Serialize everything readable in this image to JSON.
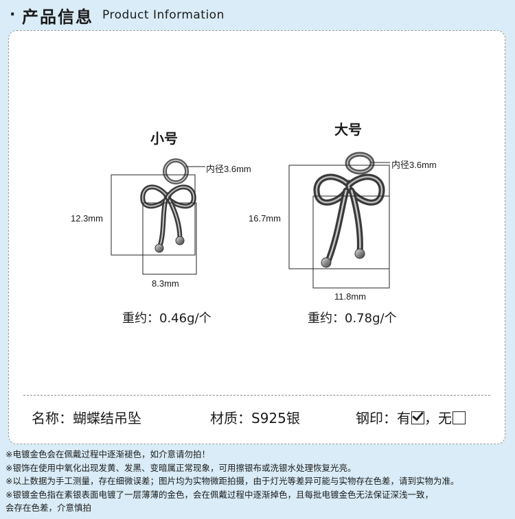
{
  "header": {
    "dot": "·",
    "title_cn": "产品信息",
    "title_en": "Product Information"
  },
  "small": {
    "label": "小号",
    "inner_diameter": "内径3.6mm",
    "height": "12.3mm",
    "width": "8.3mm",
    "weight": "重约：0.46g/个"
  },
  "large": {
    "label": "大号",
    "inner_diameter": "内径3.6mm",
    "height": "16.7mm",
    "width": "11.8mm",
    "weight": "重约：0.78g/个"
  },
  "specs": {
    "name": "名称：蝴蝶结吊坠",
    "material": "材质：S925银",
    "stamp_label": "钢印：",
    "stamp_yes": "有",
    "stamp_sep": "，",
    "stamp_no": "无"
  },
  "notes": [
    "※电镀金色会在佩戴过程中逐渐褪色，如介意请勿拍！",
    "※银饰在使用中氧化出现发黄、发黑、变暗属正常现象，可用擦银布或洗银水处理恢复光亮。",
    "※以上数据为手工测量，存在细微误差；图片均为实物微距拍摄，由于灯光等差异可能与实物存在色差，请到实物为准。",
    "※银镀金色指在素银表面电镀了一层薄薄的金色，会在佩戴过程中逐渐掉色，且每批电镀金色无法保证深浅一致，",
    "会存在色差，介意慎拍"
  ]
}
